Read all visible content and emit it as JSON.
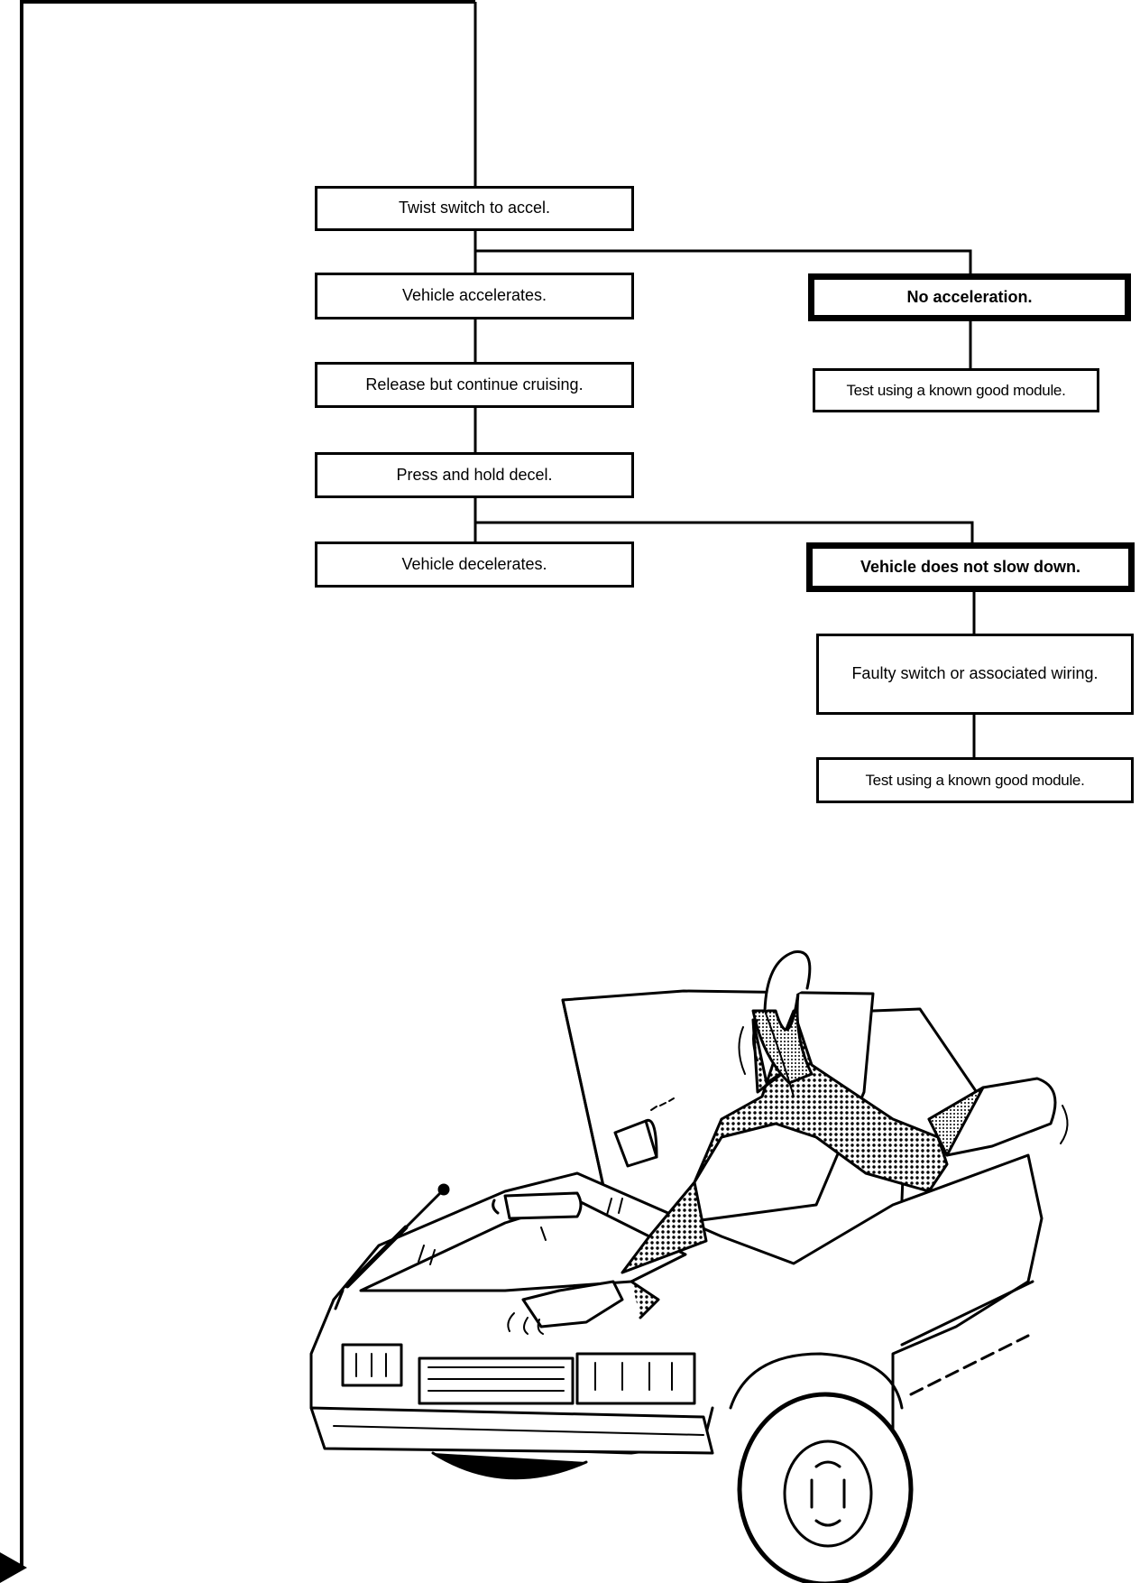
{
  "flowchart": {
    "steps": {
      "twist_switch": "Twist switch to accel.",
      "vehicle_accelerates": "Vehicle accelerates.",
      "release_cruise": "Release but continue cruising.",
      "press_decel": "Press and hold decel.",
      "vehicle_decelerates": "Vehicle decelerates.",
      "no_acceleration": "No acceleration.",
      "test_module_1": "Test using a known good module.",
      "no_slow_down": "Vehicle does not slow down.",
      "faulty_switch": "Faulty switch or associated wiring.",
      "test_module_2": "Test using a known good module."
    }
  }
}
